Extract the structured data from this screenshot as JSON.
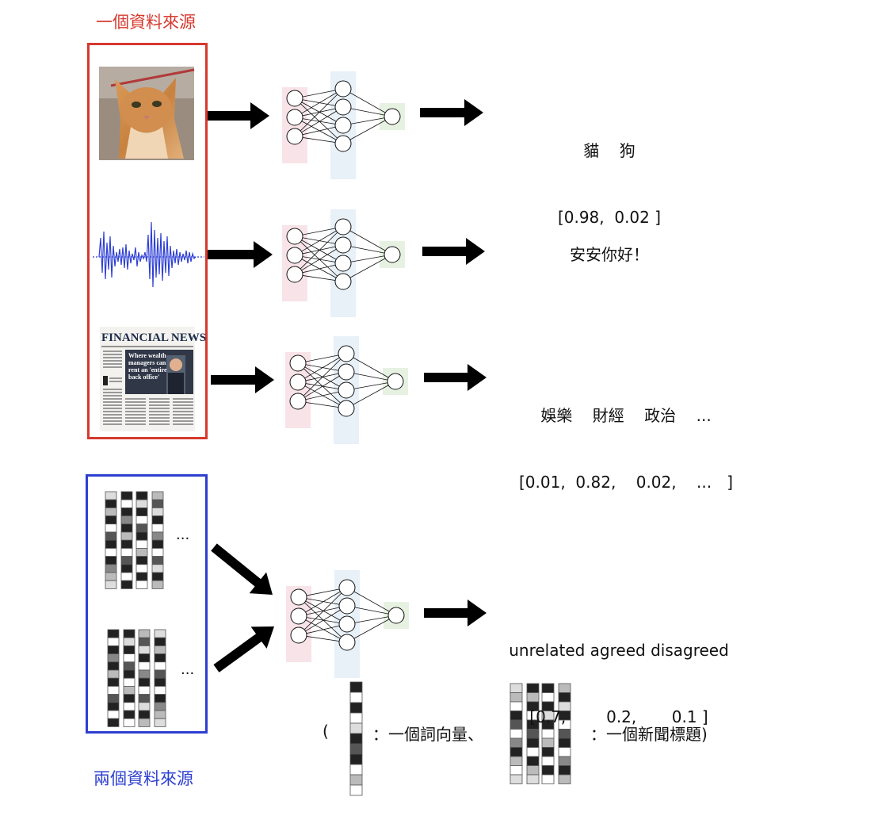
{
  "single_source_label": "一個資料來源",
  "two_source_label": "兩個資料來源",
  "news_masthead": "FINANCIAL NEWS",
  "news_headline": "Where wealth managers can rent an 'entire back office'",
  "outputs": {
    "cat_dog": {
      "classes": "貓    狗",
      "values": "[0.98,  0.02 ]"
    },
    "speech": {
      "text": "安安你好！"
    },
    "news": {
      "classes": "娛樂    財經    政治    ...",
      "values": "[0.01,  0.82,    0.02,    ...   ]"
    },
    "stance": {
      "classes": "unrelated agreed disagreed",
      "values": "[0.7,        0.2,       0.1 ]"
    }
  },
  "ellipsis": "...",
  "legend": {
    "open_paren": "(",
    "word_vector": "：一個詞向量、",
    "headline": "：一個新聞標題)"
  },
  "colors": {
    "red": "#d6392e",
    "blue": "#2d3fd1",
    "input_layer": "#f7e3e8",
    "hidden_layer": "#e8f0f8",
    "output_layer": "#e6f1e2"
  }
}
